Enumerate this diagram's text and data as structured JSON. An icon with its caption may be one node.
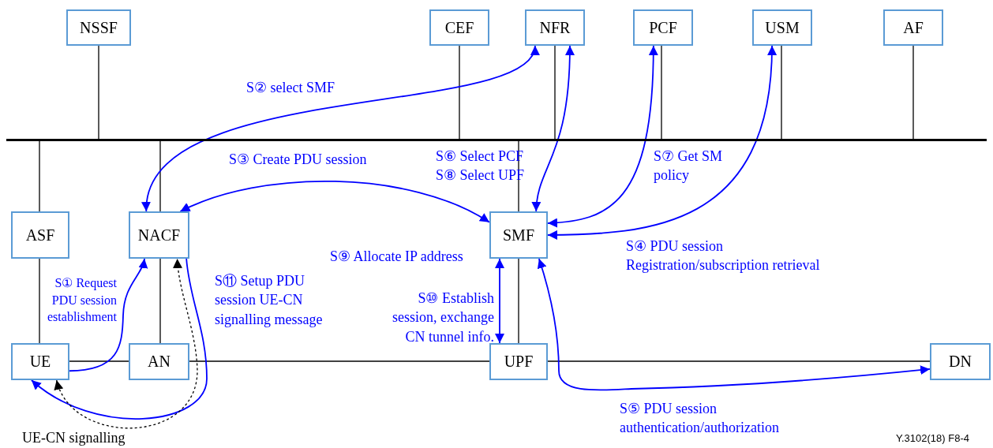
{
  "diagram": {
    "nodes": [
      {
        "text": [
          "NSSF"
        ]
      },
      {
        "text": [
          "CEF"
        ]
      },
      {
        "text": [
          "NFR"
        ]
      },
      {
        "text": [
          "PCF"
        ]
      },
      {
        "text": [
          "USM"
        ]
      },
      {
        "text": [
          "AF"
        ]
      },
      {
        "text": [],
        "shape": "bar"
      },
      {
        "text": [
          "ASF"
        ]
      },
      {
        "text": [
          "NACF"
        ]
      },
      {
        "text": [
          "SMF"
        ]
      },
      {
        "text": [
          "UE"
        ]
      },
      {
        "text": [
          "AN"
        ]
      },
      {
        "text": [
          "UPF"
        ]
      },
      {
        "text": [
          "DN"
        ]
      }
    ],
    "edges": [
      {
        "from": 0,
        "to": 6,
        "arrow": "none"
      },
      {
        "from": 1,
        "to": 6,
        "arrow": "none"
      },
      {
        "from": 2,
        "to": 6,
        "arrow": "none"
      },
      {
        "from": 3,
        "to": 6,
        "arrow": "none"
      },
      {
        "from": 4,
        "to": 6,
        "arrow": "none"
      },
      {
        "from": 5,
        "to": 6,
        "arrow": "none"
      },
      {
        "from": 6,
        "to": 7,
        "arrow": "none"
      },
      {
        "from": 6,
        "to": 8,
        "arrow": "none"
      },
      {
        "from": 6,
        "to": 9,
        "arrow": "none"
      },
      {
        "from": 7,
        "to": 10,
        "arrow": "none"
      },
      {
        "from": 8,
        "to": 11,
        "arrow": "none"
      },
      {
        "from": 9,
        "to": 12,
        "arrow": "none"
      },
      {
        "from": 10,
        "to": 11,
        "arrow": "none"
      },
      {
        "from": 11,
        "to": 12,
        "arrow": "none"
      },
      {
        "from": 12,
        "to": 13,
        "arrow": "none"
      },
      {
        "from": 10,
        "to": 8,
        "arrow": "to",
        "label": "S① Request PDU session establishment",
        "color": "#0000ff"
      },
      {
        "from": 8,
        "to": 10,
        "arrow": "to",
        "label": "S⑪ Setup PDU session UE-CN signalling message",
        "color": "#0000ff"
      },
      {
        "from": 10,
        "to": 8,
        "arrow": "both",
        "label": "UE-CN signalling",
        "style": "dashed"
      },
      {
        "from": 8,
        "to": 2,
        "arrow": "both",
        "label": "S② select SMF",
        "color": "#0000ff"
      },
      {
        "from": 8,
        "to": 9,
        "arrow": "both",
        "label": "S③ Create PDU session",
        "color": "#0000ff"
      },
      {
        "from": 2,
        "to": 9,
        "arrow": "both",
        "label": "S⑥ Select PCF S⑧ Select UPF",
        "color": "#0000ff"
      },
      {
        "from": 3,
        "to": 9,
        "arrow": "both",
        "label": "S⑦ Get SM policy",
        "color": "#0000ff"
      },
      {
        "from": 4,
        "to": 9,
        "arrow": "both",
        "label": "S④ PDU session Registration/subscription retrieval",
        "color": "#0000ff"
      },
      {
        "from": 9,
        "to": 12,
        "arrow": "both",
        "label": "S⑩ Establish session, exchange CN tunnel info.",
        "color": "#0000ff"
      },
      {
        "from": 9,
        "to": 13,
        "arrow": "both",
        "label": "S⑤ PDU session authentication/authorization",
        "color": "#0000ff"
      }
    ],
    "labels": [
      "S⑨ Allocate IP address",
      "Y.3102(18) F8-4"
    ]
  }
}
